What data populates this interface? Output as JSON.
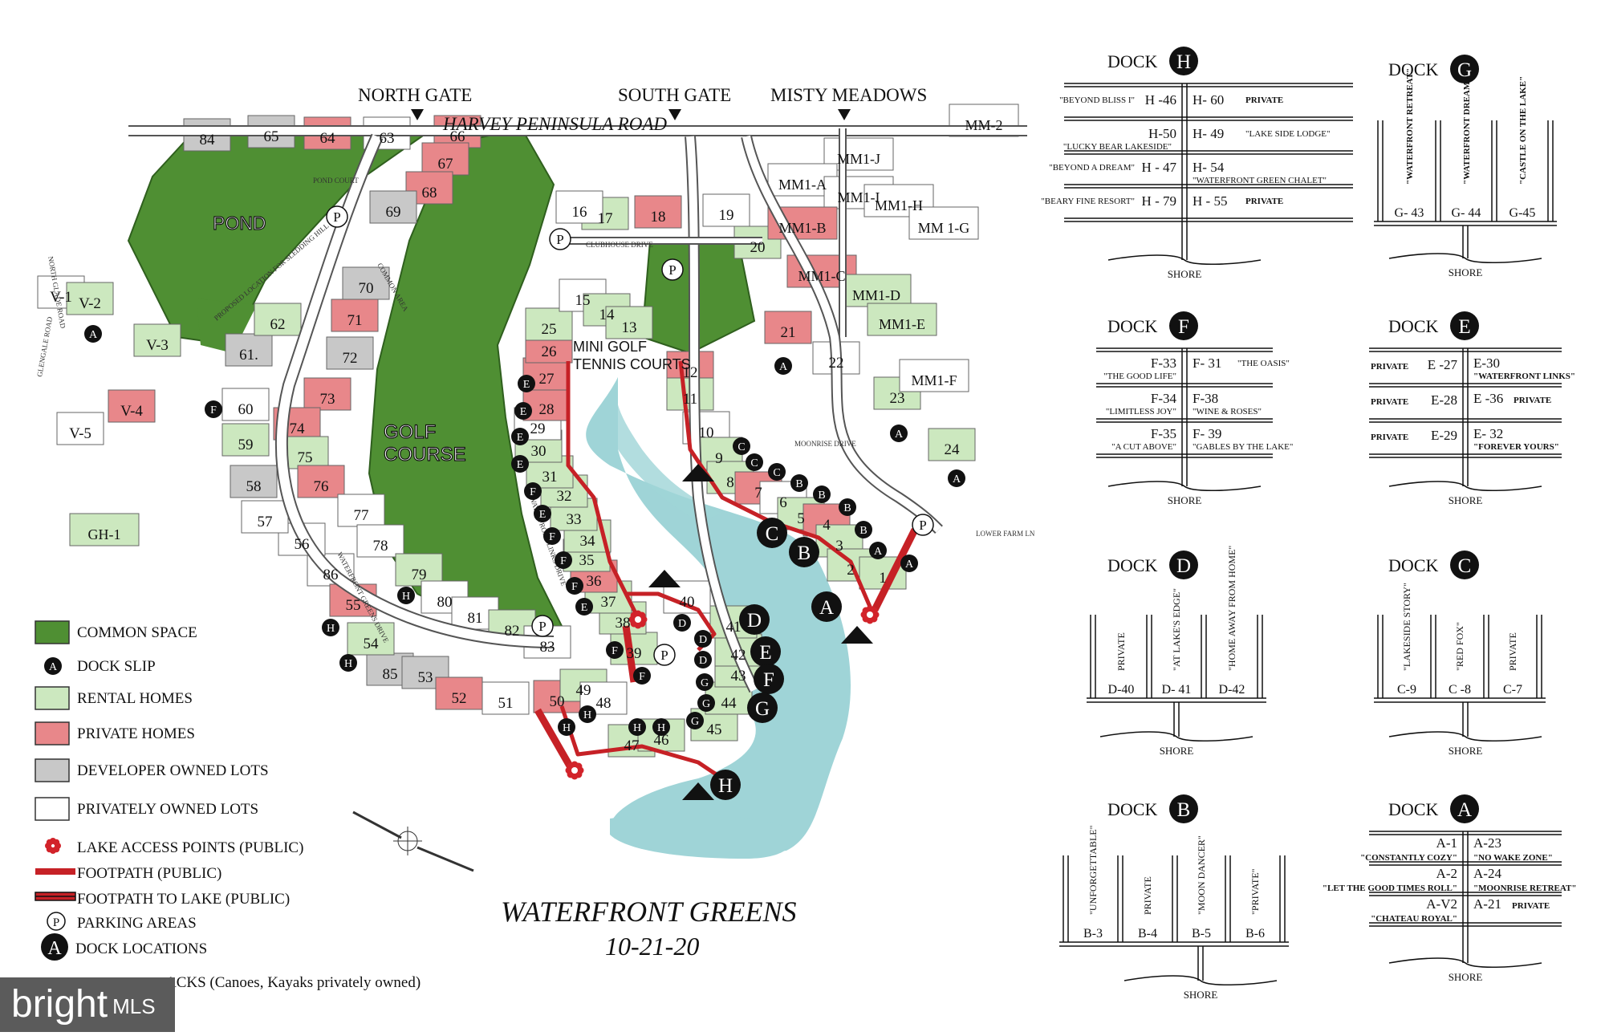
{
  "colors": {
    "common_space": "#4f8f33",
    "rental": "#cce8bf",
    "private": "#e8878a",
    "developer": "#c8c8c8",
    "privately_owned": "#ffffff",
    "footpath": "#c62126",
    "lake": "#9fd4d7",
    "access_point": "#d2232a"
  },
  "map": {
    "title": "WATERFRONT GREENS",
    "date": "10-21-20",
    "road": "HARVEY PENINSULA ROAD",
    "gates": [
      "NORTH GATE",
      "SOUTH GATE",
      "MISTY MEADOWS"
    ],
    "areas": {
      "pond": "POND",
      "golf_1": "GOLF",
      "golf_2": "COURSE",
      "mini_golf": "MINI GOLF",
      "tennis": "TENNIS COURTS"
    },
    "lots": [
      {
        "n": "84",
        "c": "developer"
      },
      {
        "n": "65",
        "c": "developer"
      },
      {
        "n": "64",
        "c": "private"
      },
      {
        "n": "63",
        "c": "privately_owned"
      },
      {
        "n": "66",
        "c": "private"
      },
      {
        "n": "67",
        "c": "private"
      },
      {
        "n": "68",
        "c": "private"
      },
      {
        "n": "69",
        "c": "developer"
      },
      {
        "n": "70",
        "c": "developer"
      },
      {
        "n": "71",
        "c": "private"
      },
      {
        "n": "72",
        "c": "developer"
      },
      {
        "n": "73",
        "c": "private"
      },
      {
        "n": "74",
        "c": "private"
      },
      {
        "n": "75",
        "c": "rental"
      },
      {
        "n": "76",
        "c": "private"
      },
      {
        "n": "77",
        "c": "privately_owned"
      },
      {
        "n": "78",
        "c": "privately_owned"
      },
      {
        "n": "79",
        "c": "rental"
      },
      {
        "n": "80",
        "c": "privately_owned"
      },
      {
        "n": "81",
        "c": "privately_owned"
      },
      {
        "n": "82",
        "c": "rental"
      },
      {
        "n": "83",
        "c": "privately_owned"
      },
      {
        "n": "85",
        "c": "developer"
      },
      {
        "n": "86",
        "c": "privately_owned"
      },
      {
        "n": "53",
        "c": "developer"
      },
      {
        "n": "54",
        "c": "rental"
      },
      {
        "n": "55",
        "c": "private"
      },
      {
        "n": "56",
        "c": "privately_owned"
      },
      {
        "n": "57",
        "c": "privately_owned"
      },
      {
        "n": "58",
        "c": "developer"
      },
      {
        "n": "59",
        "c": "rental"
      },
      {
        "n": "60",
        "c": "privately_owned"
      },
      {
        "n": "61.",
        "c": "developer"
      },
      {
        "n": "62",
        "c": "rental"
      },
      {
        "n": "52",
        "c": "private"
      },
      {
        "n": "51",
        "c": "privately_owned"
      },
      {
        "n": "50",
        "c": "private"
      },
      {
        "n": "49",
        "c": "rental"
      },
      {
        "n": "48",
        "c": "privately_owned"
      },
      {
        "n": "47",
        "c": "rental"
      },
      {
        "n": "46",
        "c": "rental"
      },
      {
        "n": "45",
        "c": "rental"
      },
      {
        "n": "44",
        "c": "rental"
      },
      {
        "n": "43",
        "c": "rental"
      },
      {
        "n": "42",
        "c": "rental"
      },
      {
        "n": "41",
        "c": "rental"
      },
      {
        "n": "40",
        "c": "privately_owned"
      },
      {
        "n": "39",
        "c": "rental"
      },
      {
        "n": "38",
        "c": "rental"
      },
      {
        "n": "37",
        "c": "rental"
      },
      {
        "n": "36",
        "c": "private"
      },
      {
        "n": "35",
        "c": "rental"
      },
      {
        "n": "34",
        "c": "rental"
      },
      {
        "n": "33",
        "c": "rental"
      },
      {
        "n": "32",
        "c": "rental"
      },
      {
        "n": "31",
        "c": "rental"
      },
      {
        "n": "30",
        "c": "rental"
      },
      {
        "n": "29",
        "c": "privately_owned"
      },
      {
        "n": "28",
        "c": "private"
      },
      {
        "n": "27",
        "c": "private"
      },
      {
        "n": "26",
        "c": "private"
      },
      {
        "n": "25",
        "c": "rental"
      },
      {
        "n": "24",
        "c": "rental"
      },
      {
        "n": "23",
        "c": "rental"
      },
      {
        "n": "22",
        "c": "privately_owned"
      },
      {
        "n": "21",
        "c": "private"
      },
      {
        "n": "20",
        "c": "rental"
      },
      {
        "n": "19",
        "c": "privately_owned"
      },
      {
        "n": "18",
        "c": "private"
      },
      {
        "n": "17",
        "c": "rental"
      },
      {
        "n": "16",
        "c": "privately_owned"
      },
      {
        "n": "15",
        "c": "privately_owned"
      },
      {
        "n": "14",
        "c": "rental"
      },
      {
        "n": "13",
        "c": "rental"
      },
      {
        "n": "12",
        "c": "private"
      },
      {
        "n": "11",
        "c": "rental"
      },
      {
        "n": "10",
        "c": "privately_owned"
      },
      {
        "n": "9",
        "c": "rental"
      },
      {
        "n": "8",
        "c": "rental"
      },
      {
        "n": "7",
        "c": "private"
      },
      {
        "n": "6",
        "c": "privately_owned"
      },
      {
        "n": "5",
        "c": "rental"
      },
      {
        "n": "4",
        "c": "private"
      },
      {
        "n": "3",
        "c": "rental"
      },
      {
        "n": "2",
        "c": "rental"
      },
      {
        "n": "1",
        "c": "rental"
      },
      {
        "n": "MM1-J",
        "c": "privately_owned"
      },
      {
        "n": "MM1-A",
        "c": "privately_owned"
      },
      {
        "n": "MM1-I",
        "c": "privately_owned"
      },
      {
        "n": "MM1-H",
        "c": "privately_owned"
      },
      {
        "n": "MM1-B",
        "c": "private"
      },
      {
        "n": "MM 1-G",
        "c": "privately_owned"
      },
      {
        "n": "MM1-C",
        "c": "private"
      },
      {
        "n": "MM1-D",
        "c": "rental"
      },
      {
        "n": "MM1-E",
        "c": "rental"
      },
      {
        "n": "MM1-F",
        "c": "privately_owned"
      },
      {
        "n": "MM-2",
        "c": "privately_owned"
      },
      {
        "n": "V-1",
        "c": "privately_owned"
      },
      {
        "n": "V-2",
        "c": "rental"
      },
      {
        "n": "V-3",
        "c": "rental"
      },
      {
        "n": "V-4",
        "c": "private"
      },
      {
        "n": "V-5",
        "c": "privately_owned"
      },
      {
        "n": "GH-1",
        "c": "rental"
      }
    ],
    "dock_letters_on_map": [
      "C",
      "B",
      "A",
      "D",
      "E",
      "F",
      "G",
      "H"
    ],
    "street_labels": [
      "CLUBHOUSE DRIVE",
      "MOONRISE DRIVE",
      "LOWER FARM LN",
      "WATERFRONT GREENS DRIVE",
      "WATERFRONT LINKS DRIVE",
      "POND COURT",
      "NORTH GLADE ROAD",
      "GLENGALE ROAD",
      "PROPOSED LOCATION FOR SLEDDING HILL",
      "COMMON AREA"
    ]
  },
  "legend": [
    {
      "key": "common_space",
      "label": "COMMON SPACE"
    },
    {
      "key": "dock_slip",
      "label": "DOCK SLIP"
    },
    {
      "key": "rental",
      "label": "RENTAL HOMES"
    },
    {
      "key": "private",
      "label": "PRIVATE HOMES"
    },
    {
      "key": "developer",
      "label": "DEVELOPER OWNED LOTS"
    },
    {
      "key": "privately_owned",
      "label": "PRIVATELY OWNED LOTS"
    },
    {
      "key": "access",
      "label": "LAKE ACCESS POINTS (PUBLIC)"
    },
    {
      "key": "footpath",
      "label": "FOOTPATH (PUBLIC)"
    },
    {
      "key": "footpath_lake",
      "label": "FOOTPATH TO LAKE (PUBLIC)"
    },
    {
      "key": "parking",
      "label": "PARKING AREAS"
    },
    {
      "key": "dock_loc",
      "label": "DOCK LOCATIONS"
    },
    {
      "key": "racks",
      "label": "ACKS (Canoes, Kayaks privately owned)"
    }
  ],
  "docks": {
    "H": {
      "title": "DOCK",
      "letter": "H",
      "shore": "SHORE",
      "left": [
        {
          "name": "\"BEYOND BLISS I\"",
          "slip": "H -46"
        },
        {
          "name": "\"LUCKY BEAR LAKESIDE\"",
          "slip": "H-50"
        },
        {
          "name": "\"BEYOND A DREAM\"",
          "slip": "H - 47"
        },
        {
          "name": "\"BEARY FINE RESORT\"",
          "slip": "H - 79"
        }
      ],
      "right": [
        {
          "slip": "H- 60",
          "name": "PRIVATE"
        },
        {
          "slip": "H- 49",
          "name": "\"LAKE SIDE LODGE\""
        },
        {
          "slip": "H- 54",
          "name": "\"WATERFRONT GREEN CHALET\""
        },
        {
          "slip": "H - 55",
          "name": "PRIVATE"
        }
      ]
    },
    "G": {
      "title": "DOCK",
      "letter": "G",
      "shore": "SHORE",
      "slips": [
        {
          "name": "\"WATERFRONT RETREAT\"",
          "slip": "G- 43"
        },
        {
          "name": "\"WATERFRONT DREAMS\"",
          "slip": "G- 44"
        },
        {
          "name": "\"CASTLE ON THE LAKE\"",
          "slip": "G-45"
        }
      ]
    },
    "F": {
      "title": "DOCK",
      "letter": "F",
      "shore": "SHORE",
      "left": [
        {
          "slip": "F-33",
          "name": "\"THE GOOD LIFE\""
        },
        {
          "slip": "F-34",
          "name": "\"LIMITLESS JOY\""
        },
        {
          "slip": "F-35",
          "name": "\"A CUT ABOVE\""
        }
      ],
      "right": [
        {
          "slip": "F- 31",
          "name": "\"THE OASIS\""
        },
        {
          "slip": "F-38",
          "name": "\"WINE & ROSES\""
        },
        {
          "slip": "F- 39",
          "name": "\"GABLES BY THE LAKE\""
        }
      ]
    },
    "E": {
      "title": "DOCK",
      "letter": "E",
      "shore": "SHORE",
      "left": [
        {
          "slip": "E -27",
          "name": "PRIVATE"
        },
        {
          "slip": "E-28",
          "name": "PRIVATE"
        },
        {
          "slip": "E-29",
          "name": "PRIVATE"
        }
      ],
      "right": [
        {
          "slip": "E-30",
          "name": "\"WATERFRONT LINKS\""
        },
        {
          "slip": "E -36",
          "name": "PRIVATE"
        },
        {
          "slip": "E- 32",
          "name": "\"FOREVER YOURS\""
        }
      ]
    },
    "D": {
      "title": "DOCK",
      "letter": "D",
      "shore": "SHORE",
      "slips": [
        {
          "name": "PRIVATE",
          "slip": "D-40"
        },
        {
          "name": "\"AT LAKE'S EDGE\"",
          "slip": "D- 41"
        },
        {
          "name": "\"HOME AWAY FROM HOME\"",
          "slip": "D-42"
        }
      ]
    },
    "C": {
      "title": "DOCK",
      "letter": "C",
      "shore": "SHORE",
      "slips": [
        {
          "name": "\"LAKESIDE STORY\"",
          "slip": "C-9"
        },
        {
          "name": "\"RED FOX\"",
          "slip": "C -8"
        },
        {
          "name": "PRIVATE",
          "slip": "C-7"
        }
      ]
    },
    "B": {
      "title": "DOCK",
      "letter": "B",
      "shore": "SHORE",
      "slips": [
        {
          "name": "\"UNFORGETTABLE\"",
          "slip": "B-3"
        },
        {
          "name": "PRIVATE",
          "slip": "B-4"
        },
        {
          "name": "\"MOON DANCER\"",
          "slip": "B-5"
        },
        {
          "name": "\"PRIVATE\"",
          "slip": "B-6"
        }
      ]
    },
    "A": {
      "title": "DOCK",
      "letter": "A",
      "shore": "SHORE",
      "left": [
        {
          "slip": "A-1",
          "name": "\"CONSTANTLY COZY\""
        },
        {
          "slip": "A-2",
          "name": "\"LET THE GOOD TIMES ROLL\""
        },
        {
          "slip": "A-V2",
          "name": "\"CHATEAU ROYAL\""
        }
      ],
      "right": [
        {
          "slip": "A-23",
          "name": "\"NO WAKE ZONE\""
        },
        {
          "slip": "A-24",
          "name": "\"MOONRISE RETREAT\""
        },
        {
          "slip": "A-21",
          "name": "PRIVATE"
        }
      ]
    }
  },
  "watermark": {
    "brand": "bright",
    "suffix": "MLS"
  }
}
